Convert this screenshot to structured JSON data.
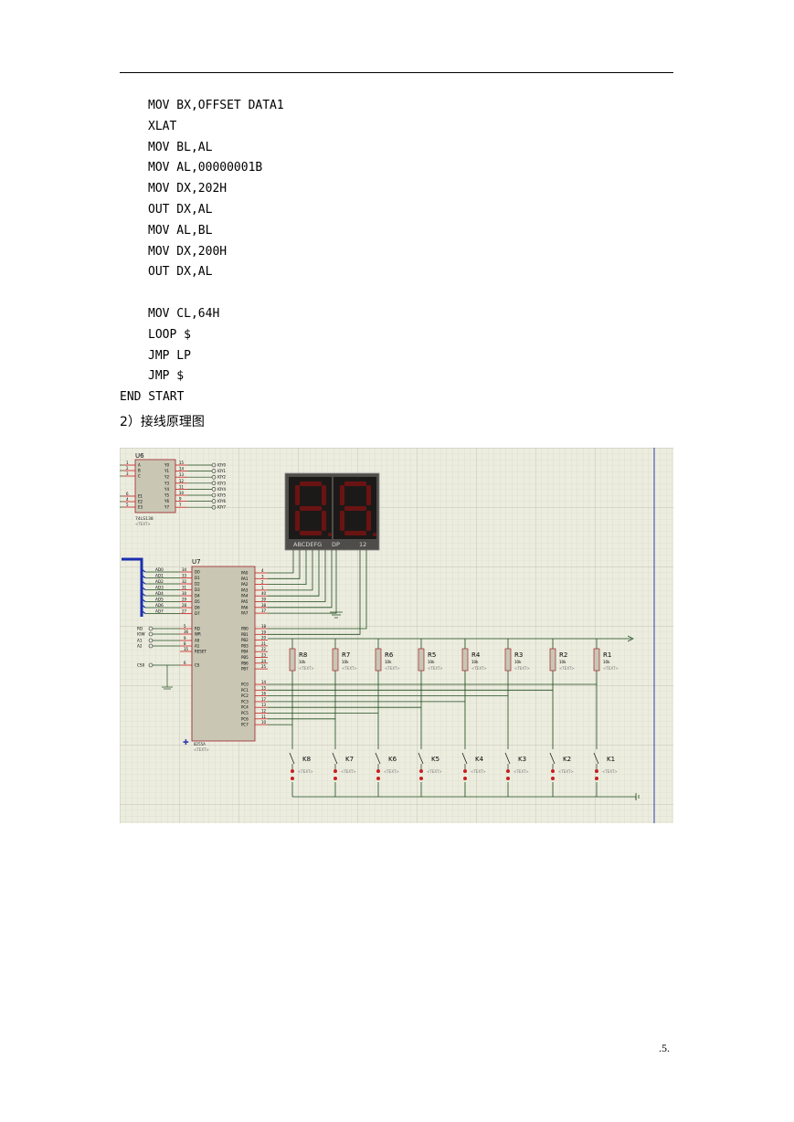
{
  "code_lines": [
    {
      "text": "MOV BX,OFFSET DATA1",
      "indent": true
    },
    {
      "text": "XLAT",
      "indent": true
    },
    {
      "text": "MOV BL,AL",
      "indent": true
    },
    {
      "text": "MOV AL,00000001B",
      "indent": true
    },
    {
      "text": "MOV DX,202H",
      "indent": true
    },
    {
      "text": "OUT DX,AL",
      "indent": true
    },
    {
      "text": "MOV AL,BL",
      "indent": true
    },
    {
      "text": "MOV DX,200H",
      "indent": true
    },
    {
      "text": "OUT DX,AL",
      "indent": true
    },
    {
      "text": "",
      "indent": true
    },
    {
      "text": "MOV CL,64H",
      "indent": true
    },
    {
      "text": "LOOP $",
      "indent": true
    },
    {
      "text": "JMP LP",
      "indent": true
    },
    {
      "text": "JMP $",
      "indent": true
    },
    {
      "text": "END START",
      "indent": false
    }
  ],
  "section_heading": "2）接线原理图",
  "page_number": ".5.",
  "schematic": {
    "u6": {
      "ref": "U6",
      "part": "74LS138",
      "text": "<TEXT>",
      "left_pins": [
        {
          "num": "1",
          "name": "A"
        },
        {
          "num": "2",
          "name": "B"
        },
        {
          "num": "3",
          "name": "C"
        },
        {
          "num": "6",
          "name": "E1"
        },
        {
          "num": "4",
          "name": "E2"
        },
        {
          "num": "5",
          "name": "E3"
        }
      ],
      "right_pins": [
        {
          "num": "15",
          "name": "Y0",
          "net": "IOY0"
        },
        {
          "num": "14",
          "name": "Y1",
          "net": "IOY1"
        },
        {
          "num": "13",
          "name": "Y2",
          "net": "IOY2"
        },
        {
          "num": "12",
          "name": "Y3",
          "net": "IOY3"
        },
        {
          "num": "11",
          "name": "Y4",
          "net": "IOY4"
        },
        {
          "num": "10",
          "name": "Y5",
          "net": "IOY5"
        },
        {
          "num": "9",
          "name": "Y6",
          "net": "IOY6"
        },
        {
          "num": "7",
          "name": "Y7",
          "net": "IOY7"
        }
      ]
    },
    "u7": {
      "ref": "U7",
      "part": "8255A",
      "text": "<TEXT>",
      "data_pins": [
        {
          "net": "AD0",
          "num": "34",
          "name": "D0"
        },
        {
          "net": "AD1",
          "num": "33",
          "name": "D1"
        },
        {
          "net": "AD2",
          "num": "32",
          "name": "D2"
        },
        {
          "net": "AD3",
          "num": "31",
          "name": "D3"
        },
        {
          "net": "AD4",
          "num": "30",
          "name": "D4"
        },
        {
          "net": "AD5",
          "num": "29",
          "name": "D5"
        },
        {
          "net": "AD6",
          "num": "28",
          "name": "D6"
        },
        {
          "net": "AD7",
          "num": "27",
          "name": "D7"
        }
      ],
      "ctrl_pins": [
        {
          "net": "RD",
          "num": "5",
          "name": "RD"
        },
        {
          "net": "IOW",
          "num": "36",
          "name": "WR"
        },
        {
          "net": "A1",
          "num": "9",
          "name": "A0"
        },
        {
          "net": "A2",
          "num": "8",
          "name": "A1"
        },
        {
          "net": "",
          "num": "35",
          "name": "RESET"
        },
        {
          "net": "CS0",
          "num": "6",
          "name": "CS"
        }
      ],
      "pa_pins": [
        {
          "num": "4",
          "name": "PA0"
        },
        {
          "num": "3",
          "name": "PA1"
        },
        {
          "num": "2",
          "name": "PA2"
        },
        {
          "num": "1",
          "name": "PA3"
        },
        {
          "num": "40",
          "name": "PA4"
        },
        {
          "num": "39",
          "name": "PA5"
        },
        {
          "num": "38",
          "name": "PA6"
        },
        {
          "num": "37",
          "name": "PA7"
        }
      ],
      "pb_pins": [
        {
          "num": "18",
          "name": "PB0"
        },
        {
          "num": "19",
          "name": "PB1"
        },
        {
          "num": "20",
          "name": "PB2"
        },
        {
          "num": "21",
          "name": "PB3"
        },
        {
          "num": "22",
          "name": "PB4"
        },
        {
          "num": "23",
          "name": "PB5"
        },
        {
          "num": "24",
          "name": "PB6"
        },
        {
          "num": "25",
          "name": "PB7"
        }
      ],
      "pc_pins": [
        {
          "num": "14",
          "name": "PC0"
        },
        {
          "num": "15",
          "name": "PC1"
        },
        {
          "num": "16",
          "name": "PC2"
        },
        {
          "num": "17",
          "name": "PC3"
        },
        {
          "num": "13",
          "name": "PC4"
        },
        {
          "num": "12",
          "name": "PC5"
        },
        {
          "num": "11",
          "name": "PC6"
        },
        {
          "num": "10",
          "name": "PC7"
        }
      ]
    },
    "display": {
      "segments": "ABCDEFG",
      "dp": "DP",
      "digits": "12"
    },
    "resistors": [
      {
        "ref": "R8",
        "value": "10k"
      },
      {
        "ref": "R7",
        "value": "10k"
      },
      {
        "ref": "R6",
        "value": "10k"
      },
      {
        "ref": "R5",
        "value": "10k"
      },
      {
        "ref": "R4",
        "value": "10k"
      },
      {
        "ref": "R3",
        "value": "10k"
      },
      {
        "ref": "R2",
        "value": "10k"
      },
      {
        "ref": "R1",
        "value": "10k"
      }
    ],
    "switches": [
      {
        "ref": "K8"
      },
      {
        "ref": "K7"
      },
      {
        "ref": "K6"
      },
      {
        "ref": "K5"
      },
      {
        "ref": "K4"
      },
      {
        "ref": "K3"
      },
      {
        "ref": "K2"
      },
      {
        "ref": "K1"
      }
    ],
    "text_placeholder": "<TEXT>",
    "colors": {
      "grid_bg": "#eceddf",
      "grid_line": "#d2d2c2",
      "component_fill": "#c9c6b4",
      "component_border": "#a0222a",
      "pin_red": "#c81e1e",
      "wire_green": "#1e4b1e",
      "bus_blue": "#1b2fb0",
      "display_body": "#4f4d49",
      "display_off_segment": "#6a1313",
      "frame_blue": "#2f3da8"
    }
  }
}
